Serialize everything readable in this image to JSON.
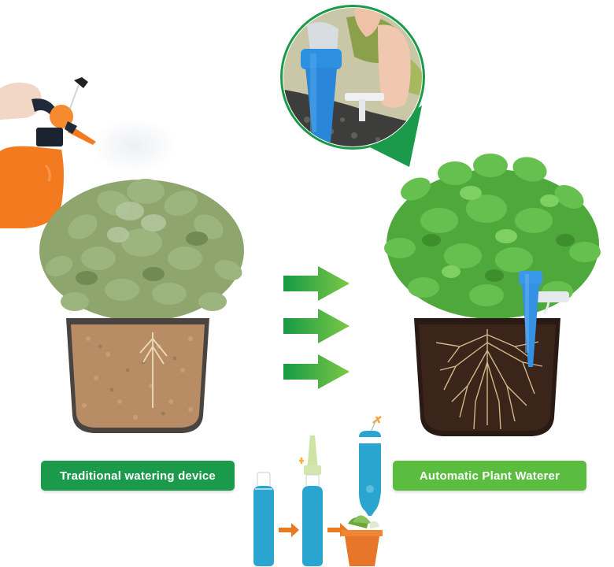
{
  "labels": {
    "left": "Traditional watering device",
    "right": "Automatic Plant Waterer"
  },
  "colors": {
    "left_banner": "#1c9a4b",
    "right_banner": "#5bbd3f",
    "arrow_dark": "#169a45",
    "arrow_light": "#7cc845",
    "spray_bottle": "#f47a1f",
    "spike_blue": "#2e8fe0",
    "bottle_blue": "#2aa5cf",
    "step_arrow": "#e87a22",
    "terracotta_pot": "#e8762a",
    "dry_soil": "#b8906a",
    "moist_soil": "#3a2419",
    "leaf_dry": "#8fa870",
    "leaf_healthy": "#5cb848"
  },
  "illustrations": {
    "left_scene": "spray-bottle-watering-plant-dry-soil",
    "right_scene": "plant-with-watering-spike-moist-soil",
    "inset": "hand-inserting-blue-watering-spike",
    "arrows_count": 3,
    "bottle_steps": [
      "bottle-filled",
      "bottle-with-spike-cap",
      "bottle-inverted-in-pot"
    ]
  }
}
